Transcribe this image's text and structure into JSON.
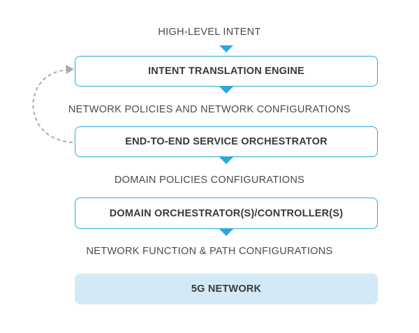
{
  "diagram": {
    "flow": [
      {
        "kind": "label",
        "text": "HIGH-LEVEL INTENT"
      },
      {
        "kind": "box",
        "text": "INTENT TRANSLATION ENGINE"
      },
      {
        "kind": "label",
        "text": "NETWORK POLICIES AND NETWORK CONFIGURATIONS"
      },
      {
        "kind": "box",
        "text": "END-TO-END SERVICE ORCHESTRATOR"
      },
      {
        "kind": "label",
        "text": "DOMAIN POLICIES CONFIGURATIONS"
      },
      {
        "kind": "box",
        "text": "DOMAIN ORCHESTRATOR(S)/CONTROLLER(S)"
      },
      {
        "kind": "label",
        "text": "NETWORK FUNCTION & PATH CONFIGURATIONS"
      },
      {
        "kind": "box",
        "text": "5G NETWORK"
      }
    ],
    "colors": {
      "accent": "#29a8e0",
      "network_fill": "#d2eaf6",
      "feedback_line": "#aaaaaa",
      "text": "#404040"
    }
  }
}
